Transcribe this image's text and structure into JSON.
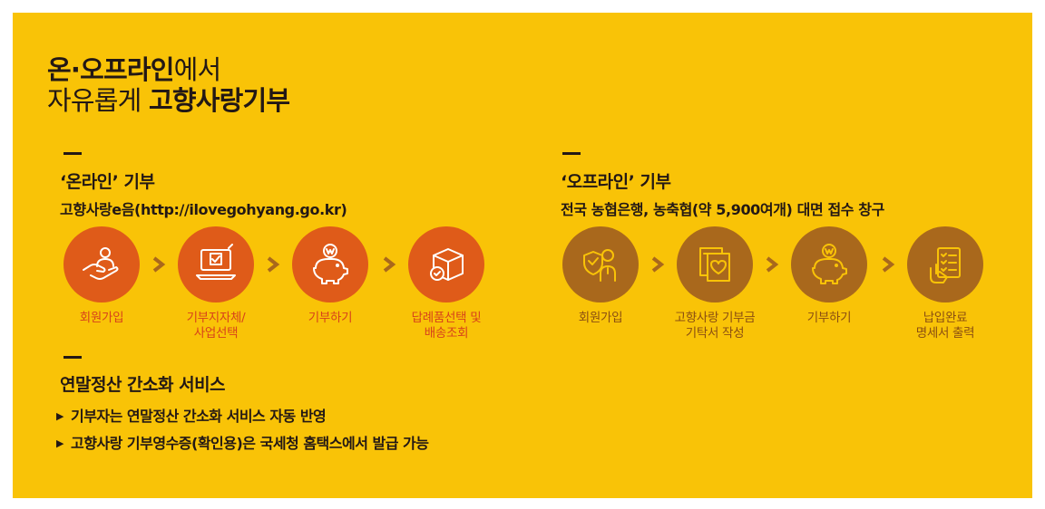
{
  "headline": {
    "line1_bold": "온·오프라인",
    "line1_normal": "에서",
    "line2_normal": "자유롭게 ",
    "line2_bold": "고향사랑기부"
  },
  "online": {
    "title": "‘온라인’ 기부",
    "subtitle": "고향사랑e음(http://ilovegohyang.go.kr)",
    "steps": [
      {
        "line1": "회원가입",
        "line2": "",
        "icon": "hand-user-icon"
      },
      {
        "line1": "기부지자체/",
        "line2": "사업선택",
        "icon": "laptop-checklist-icon"
      },
      {
        "line1": "기부하기",
        "line2": "",
        "icon": "piggy-bank-won-icon"
      },
      {
        "line1": "답례품선택 및",
        "line2": "배송조회",
        "icon": "box-check-icon"
      }
    ]
  },
  "offline": {
    "title": "‘오프라인’ 기부",
    "subtitle": "전국 농협은행, 농축협(약 5,900여개) 대면 접수 창구",
    "steps": [
      {
        "line1": "회원가입",
        "line2": "",
        "icon": "shield-person-icon"
      },
      {
        "line1": "고향사랑 기부금",
        "line2": "기탁서 작성",
        "icon": "document-heart-icon"
      },
      {
        "line1": "기부하기",
        "line2": "",
        "icon": "piggy-bank-won-icon"
      },
      {
        "line1": "납입완료",
        "line2": "명세서 출력",
        "icon": "hand-checklist-icon"
      }
    ]
  },
  "tax": {
    "title": "연말정산 간소화 서비스",
    "bullets": [
      "기부자는 연말정산 간소화 서비스 자동 반영",
      "고향사랑 기부영수증(확인용)은 국세청 홈택스에서 발급 가능"
    ],
    "bullet_marker": "▶"
  },
  "colors": {
    "background": "#f9c307",
    "online_circle": "#df5b19",
    "offline_circle": "#a9681c",
    "online_label": "#d7421b",
    "offline_label": "#8a4e12",
    "text": "#231815"
  }
}
